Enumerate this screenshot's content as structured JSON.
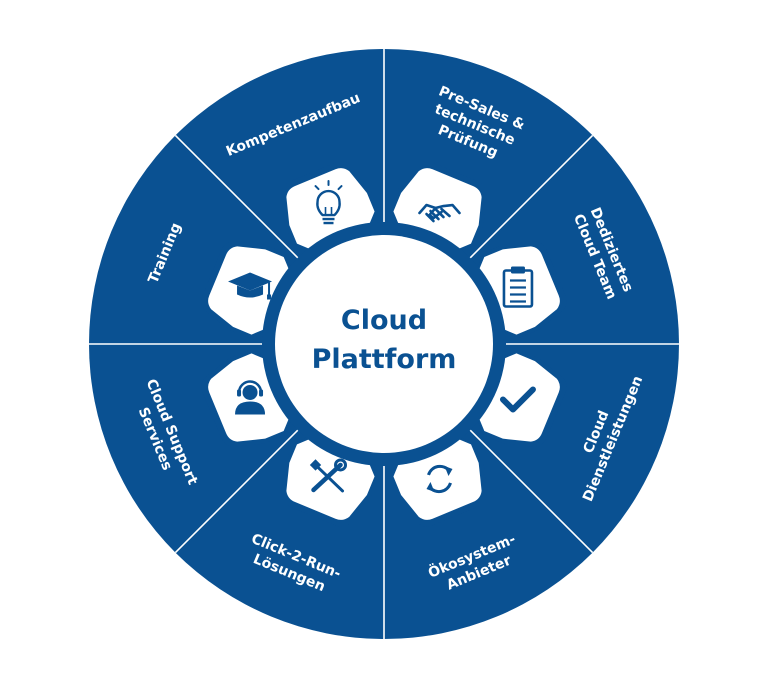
{
  "center": {
    "line1": "Cloud",
    "line2": "Plattform"
  },
  "segments": [
    {
      "lines": [
        "Pre-Sales &",
        "technische",
        "Prüfung"
      ],
      "icon": "handshake-icon"
    },
    {
      "lines": [
        "Dediziertes",
        "Cloud Team"
      ],
      "icon": "clipboard-icon"
    },
    {
      "lines": [
        "Cloud",
        "Dienstleistungen"
      ],
      "icon": "checkmark-icon"
    },
    {
      "lines": [
        "Ökosystem-",
        "Anbieter"
      ],
      "icon": "refresh-icon"
    },
    {
      "lines": [
        "Click-2-Run-",
        "Lösungen"
      ],
      "icon": "tools-icon"
    },
    {
      "lines": [
        "Cloud Support",
        "Services"
      ],
      "icon": "headset-agent-icon"
    },
    {
      "lines": [
        "Training"
      ],
      "icon": "graduation-cap-icon"
    },
    {
      "lines": [
        "Kompetenzaufbau"
      ],
      "icon": "lightbulb-icon"
    }
  ],
  "colors": {
    "primary": "#0a5192",
    "white": "#ffffff"
  }
}
